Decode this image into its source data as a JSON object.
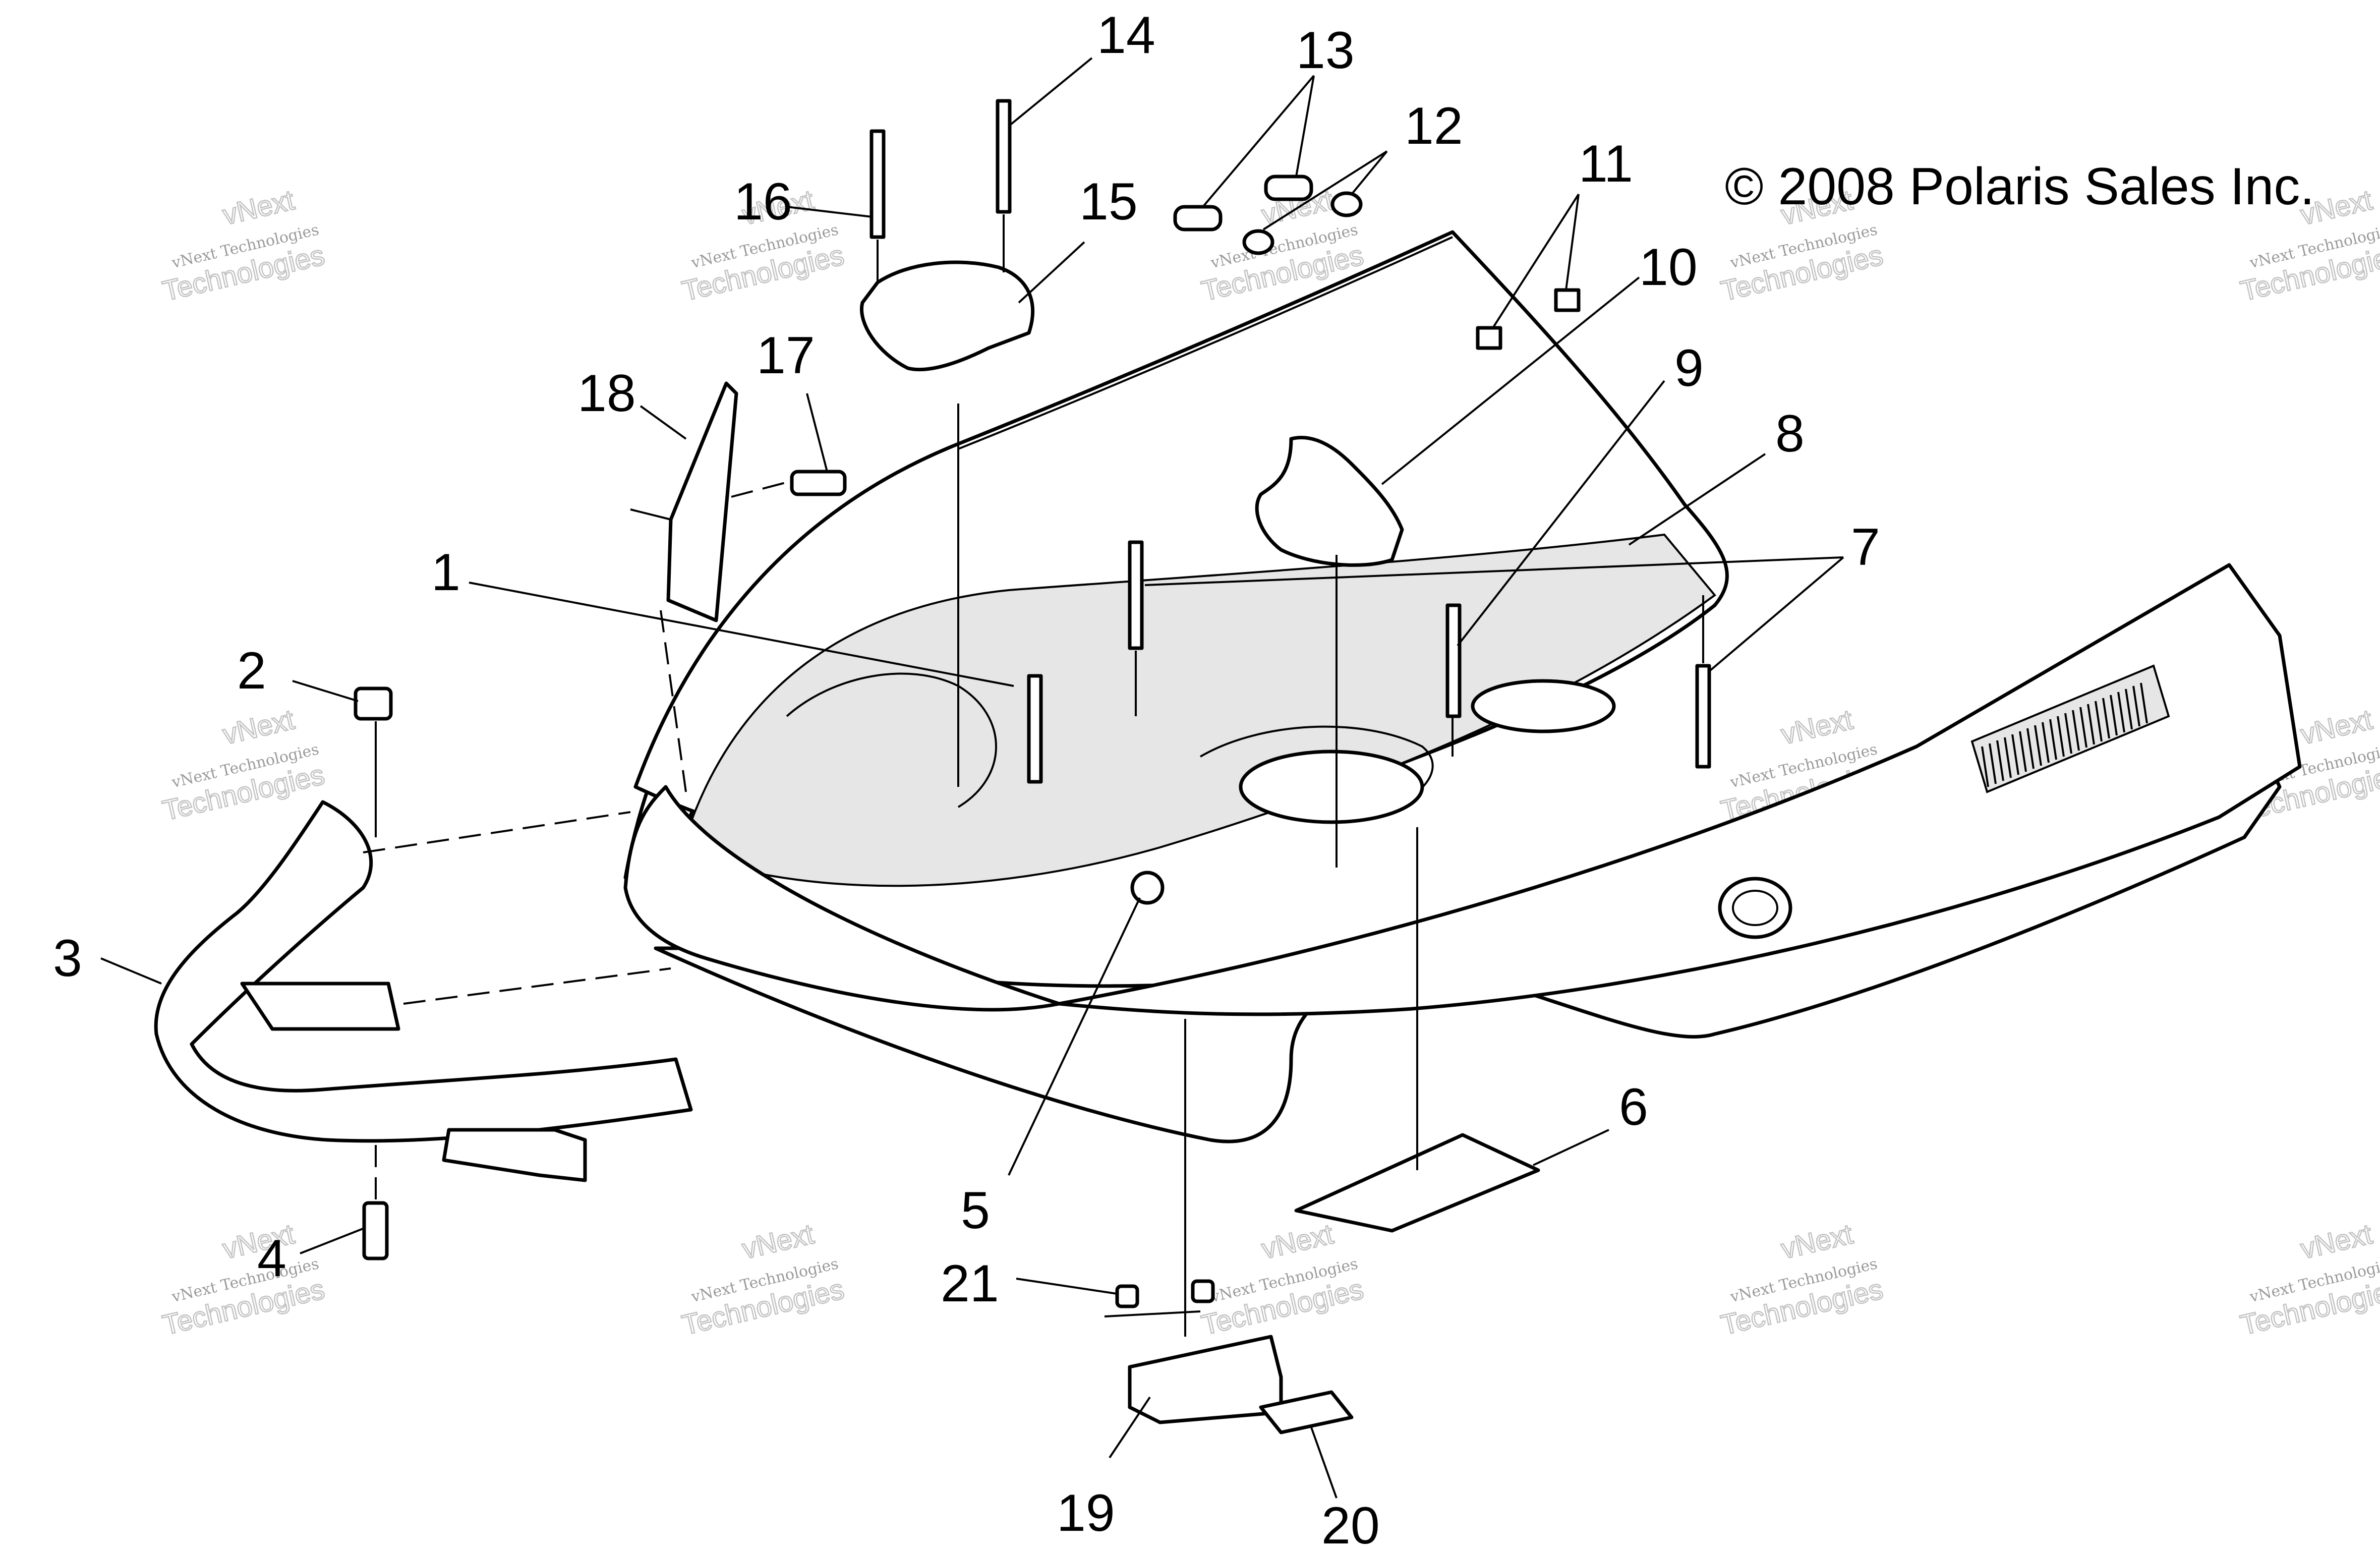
{
  "copyright": "© 2008 Polaris Sales Inc.",
  "watermark": {
    "line1": "vNext",
    "line2": "vNext Technologies",
    "line3": "Technologies"
  },
  "callouts": [
    {
      "id": "1",
      "label": "1"
    },
    {
      "id": "2",
      "label": "2"
    },
    {
      "id": "3",
      "label": "3"
    },
    {
      "id": "4",
      "label": "4"
    },
    {
      "id": "5",
      "label": "5"
    },
    {
      "id": "6",
      "label": "6"
    },
    {
      "id": "7",
      "label": "7"
    },
    {
      "id": "8",
      "label": "8"
    },
    {
      "id": "9",
      "label": "9"
    },
    {
      "id": "10",
      "label": "10"
    },
    {
      "id": "11",
      "label": "11"
    },
    {
      "id": "12",
      "label": "12"
    },
    {
      "id": "13",
      "label": "13"
    },
    {
      "id": "14",
      "label": "14"
    },
    {
      "id": "15",
      "label": "15"
    },
    {
      "id": "16",
      "label": "16"
    },
    {
      "id": "17",
      "label": "17"
    },
    {
      "id": "18",
      "label": "18"
    },
    {
      "id": "19",
      "label": "19"
    },
    {
      "id": "20",
      "label": "20"
    },
    {
      "id": "21",
      "label": "21"
    }
  ]
}
